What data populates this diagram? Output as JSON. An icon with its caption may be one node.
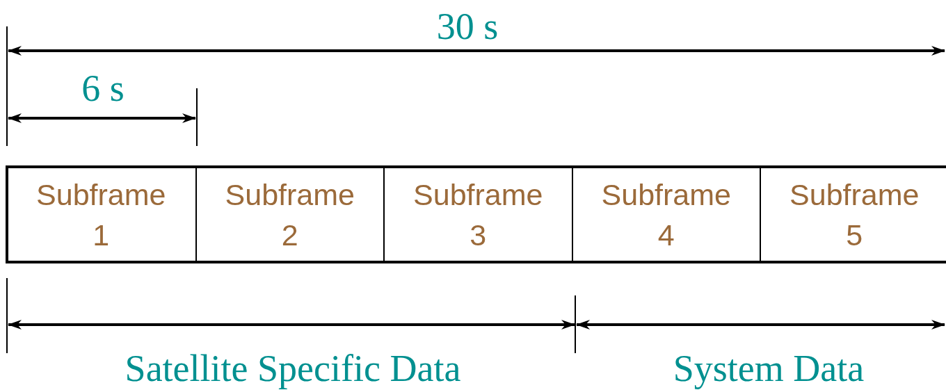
{
  "diagram": {
    "nodes": [
      {
        "text": [
          "Subframe 1"
        ]
      },
      {
        "text": [
          "Subframe 2"
        ]
      },
      {
        "text": [
          "Subframe 3"
        ]
      },
      {
        "text": [
          "Subframe 4"
        ]
      },
      {
        "text": [
          "Subframe 5"
        ]
      }
    ],
    "edges": [],
    "labels": [
      "30 s",
      "6 s",
      "Satellite Specific Data",
      "System Data"
    ]
  }
}
